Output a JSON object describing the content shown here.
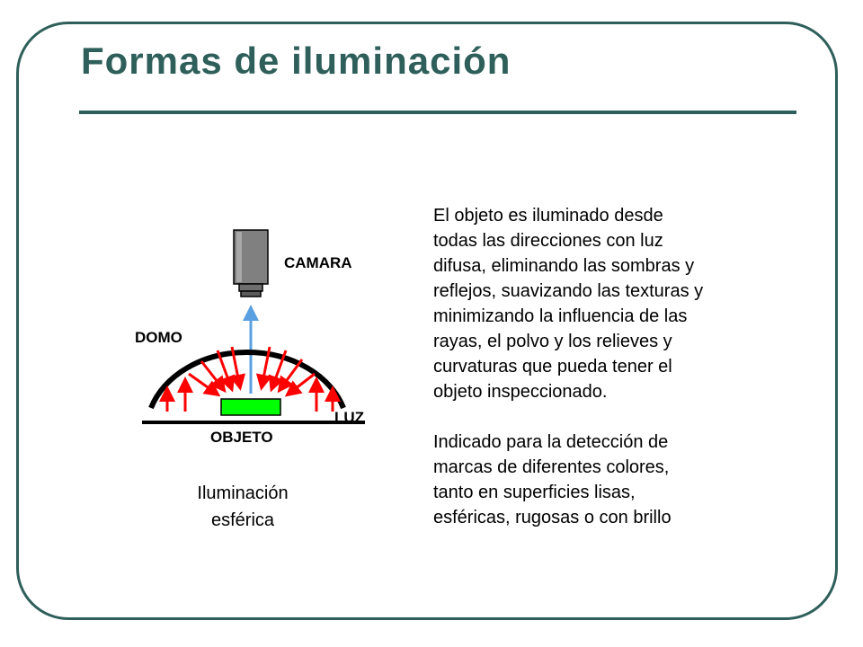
{
  "title": "Formas de iluminación",
  "diagram": {
    "labels": {
      "camera": "CAMARA",
      "dome": "DOMO",
      "light": "LUZ",
      "object": "OBJETO"
    },
    "colors": {
      "dome": "#000000",
      "arrows": "#ff0000",
      "view_ray": "#5aa0e0",
      "object": "#00ff00",
      "camera": "#808080"
    }
  },
  "caption": {
    "line1": "Iluminación",
    "line2": "esférica"
  },
  "paragraph1": {
    "lines": [
      "El objeto es iluminado desde",
      "todas las direcciones con luz",
      "difusa, eliminando las sombras y",
      "reflejos, suavizando las texturas y",
      "minimizando la influencia de las",
      "rayas, el polvo y los relieves y",
      "curvaturas que pueda tener el",
      "objeto inspeccionado."
    ]
  },
  "paragraph2": {
    "lines": [
      "Indicado para la detección de",
      "marcas de diferentes colores,",
      "tanto en superficies lisas,",
      "esféricas, rugosas o con brillo"
    ]
  }
}
